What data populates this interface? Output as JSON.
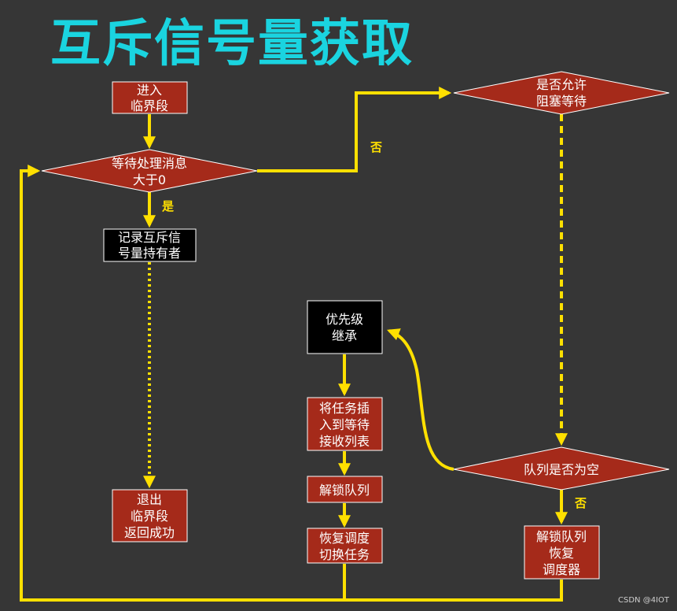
{
  "title": "互斥信号量获取",
  "nodes": {
    "enter": {
      "line1": "进入",
      "line2": "临界段"
    },
    "wait_decision": {
      "line1": "等待处理消息",
      "line2": "大于0"
    },
    "record_holder": {
      "line1": "记录互斥信",
      "line2": "号量持有者"
    },
    "exit": {
      "line1": "退出",
      "line2": "临界段",
      "line3": "返回成功"
    },
    "allow_block": {
      "line1": "是否允许",
      "line2": "阻塞等待"
    },
    "priority_inherit": {
      "line1": "优先级",
      "line2": "继承"
    },
    "insert_task": {
      "line1": "将任务插",
      "line2": "入到等待",
      "line3": "接收列表"
    },
    "unlock_queue": {
      "line1": "解锁队列"
    },
    "resume_switch": {
      "line1": "恢复调度",
      "line2": "切换任务"
    },
    "queue_empty": {
      "line1": "队列是否为空"
    },
    "unlock_resume": {
      "line1": "解锁队列",
      "line2": "恢复",
      "line3": "调度器"
    }
  },
  "edge_labels": {
    "yes": "是",
    "no_block": "否",
    "no_empty": "否"
  },
  "watermark": "CSDN @4IOT",
  "colors": {
    "background": "#363636",
    "title": "#1ad4e0",
    "red_box": "#a52a1a",
    "black_box": "#000000",
    "arrow": "#ffe000"
  }
}
